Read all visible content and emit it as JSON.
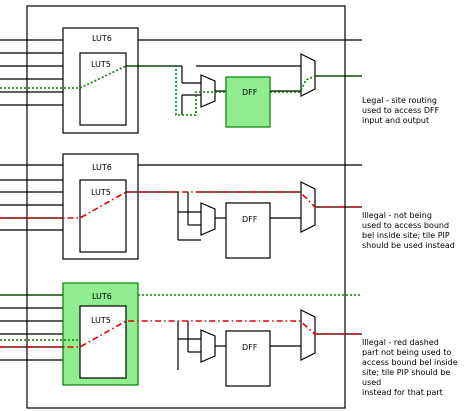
{
  "colors": {
    "legal_route": "#008000",
    "illegal_route": "#e00000",
    "highlight_fill": "#90ee90",
    "highlight_stroke": "#008000",
    "wire": "#000000"
  },
  "labels": {
    "lut6": "LUT6",
    "lut5": "LUT5",
    "dff": "DFF"
  },
  "captions": {
    "row1": "Legal - site routing\nused to access DFF\ninput and output",
    "row2": "Illegal - not being\nused to access bound\nbel inside site; tile PIP\nshould be used instead",
    "row3": "Illegal - red dashed\npart not being used to\naccess bound bel inside\nsite; tile PIP should be used\ninstead for that part"
  }
}
